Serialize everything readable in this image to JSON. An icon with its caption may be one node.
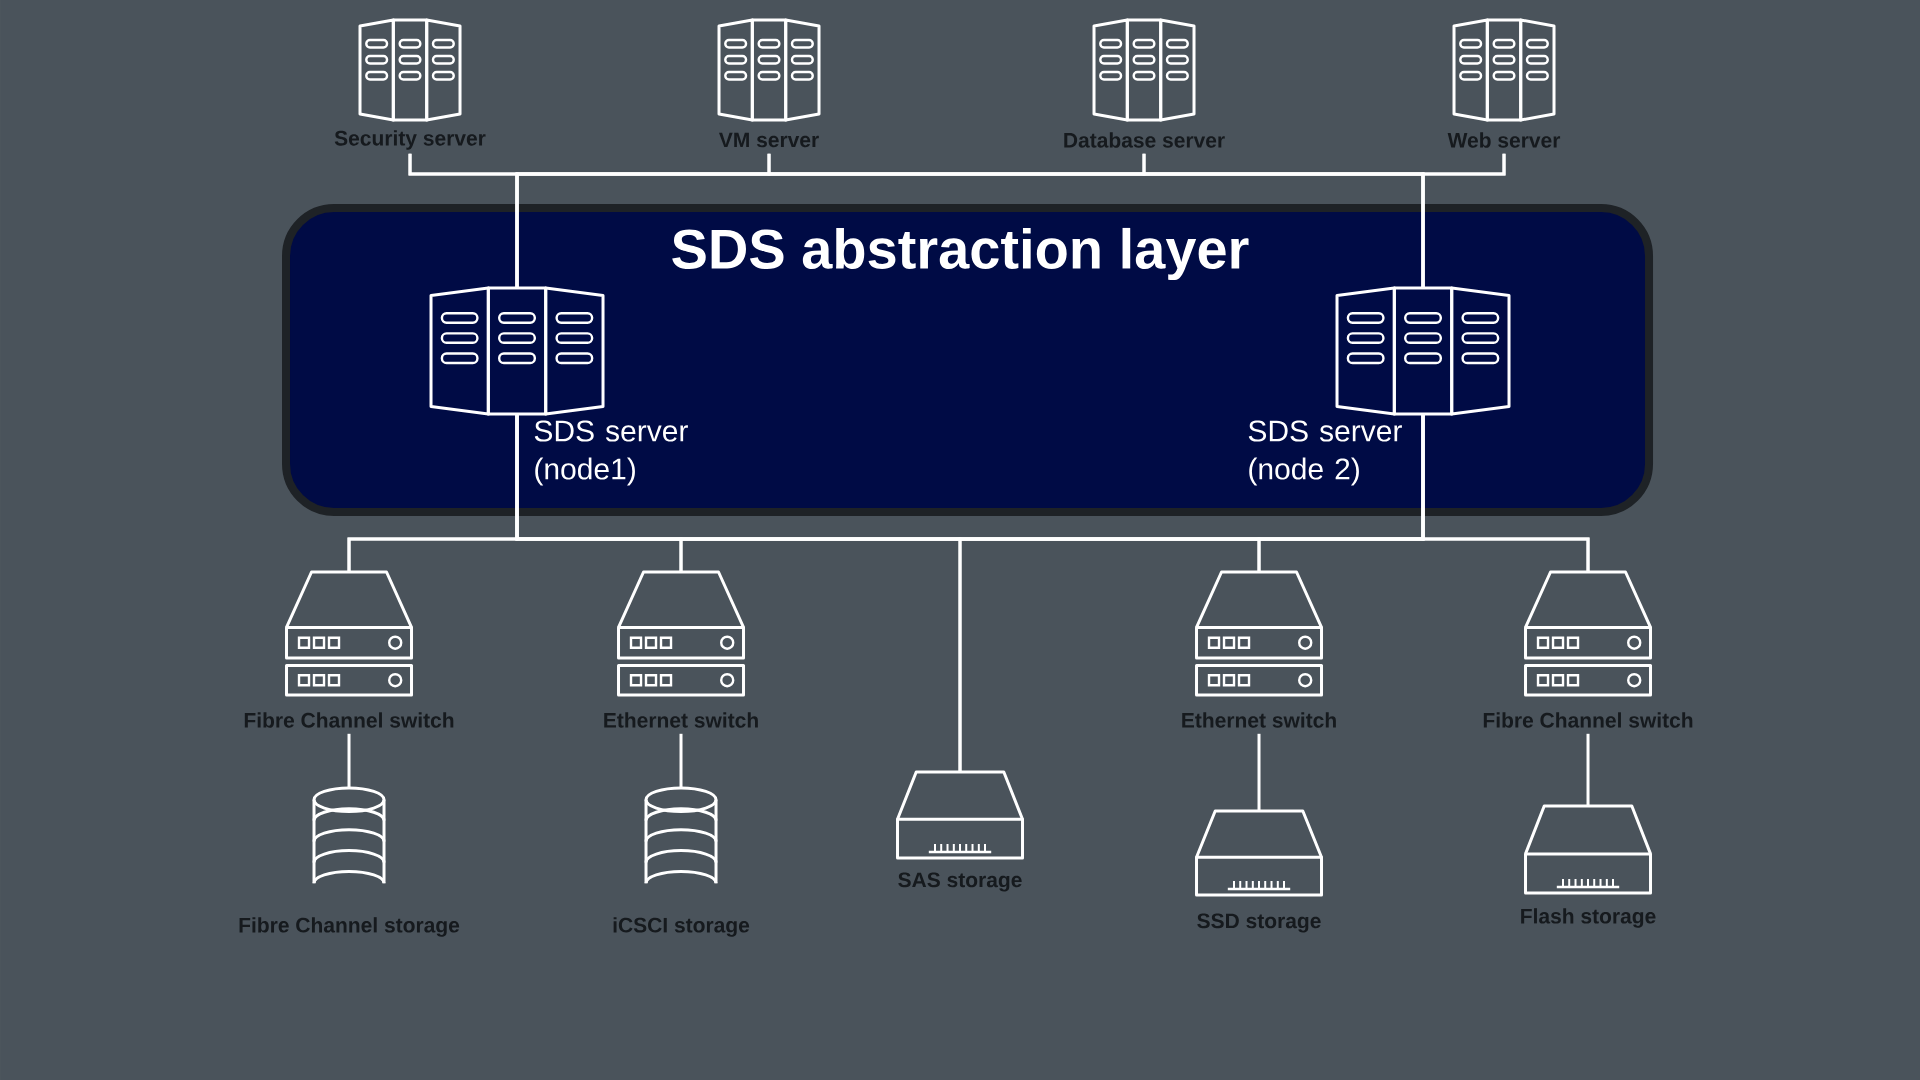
{
  "diagram": {
    "nodes": [
      {
        "text": [
          "SDS abstraction layer"
        ]
      },
      {
        "text": [
          "Security server"
        ]
      },
      {
        "text": [
          "VM server"
        ]
      },
      {
        "text": [
          "Database server"
        ]
      },
      {
        "text": [
          "Web server"
        ]
      },
      {
        "text": [
          "SDS server (node1)"
        ],
        "in": 0
      },
      {
        "text": [
          "SDS server (node 2)"
        ],
        "in": 0
      },
      {
        "text": [
          "Fibre Channel switch"
        ]
      },
      {
        "text": [
          "Ethernet switch"
        ]
      },
      {
        "text": [
          "SAS storage"
        ]
      },
      {
        "text": [
          "Ethernet switch"
        ]
      },
      {
        "text": [
          "Fibre Channel switch"
        ]
      },
      {
        "text": [
          "Fibre Channel storage"
        ]
      },
      {
        "text": [
          "iCSCI storage"
        ]
      },
      {
        "text": [
          "SSD storage"
        ]
      },
      {
        "text": [
          "Flash storage"
        ]
      }
    ],
    "edges": [
      {
        "from": 1,
        "to": 5,
        "arrow": "none"
      },
      {
        "from": 2,
        "to": 5,
        "arrow": "none"
      },
      {
        "from": 3,
        "to": 5,
        "arrow": "none"
      },
      {
        "from": 4,
        "to": 5,
        "arrow": "none"
      },
      {
        "from": 1,
        "to": 6,
        "arrow": "none"
      },
      {
        "from": 2,
        "to": 6,
        "arrow": "none"
      },
      {
        "from": 3,
        "to": 6,
        "arrow": "none"
      },
      {
        "from": 4,
        "to": 6,
        "arrow": "none"
      },
      {
        "from": 5,
        "to": 7,
        "arrow": "none"
      },
      {
        "from": 5,
        "to": 8,
        "arrow": "none"
      },
      {
        "from": 5,
        "to": 9,
        "arrow": "none"
      },
      {
        "from": 5,
        "to": 10,
        "arrow": "none"
      },
      {
        "from": 5,
        "to": 11,
        "arrow": "none"
      },
      {
        "from": 6,
        "to": 7,
        "arrow": "none"
      },
      {
        "from": 6,
        "to": 8,
        "arrow": "none"
      },
      {
        "from": 6,
        "to": 9,
        "arrow": "none"
      },
      {
        "from": 6,
        "to": 10,
        "arrow": "none"
      },
      {
        "from": 6,
        "to": 11,
        "arrow": "none"
      },
      {
        "from": 7,
        "to": 12,
        "arrow": "none"
      },
      {
        "from": 8,
        "to": 13,
        "arrow": "none"
      },
      {
        "from": 10,
        "to": 14,
        "arrow": "none"
      },
      {
        "from": 11,
        "to": 15,
        "arrow": "none"
      }
    ]
  }
}
